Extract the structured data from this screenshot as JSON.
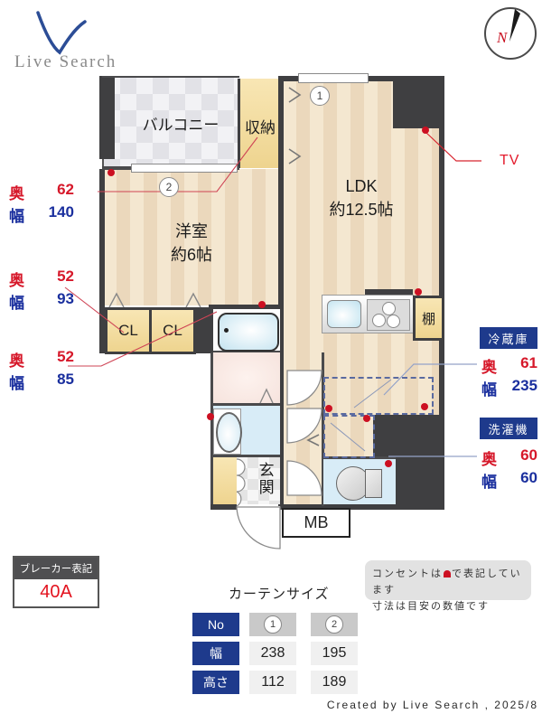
{
  "brand": {
    "logo": "Live Search",
    "credit": "Created by Live Search , 2025/8"
  },
  "compass": {
    "n": "N"
  },
  "plan": {
    "balcony": "バルコニー",
    "storage": "収納",
    "ldk_name": "LDK",
    "ldk_size": "約12.5帖",
    "western_name": "洋室",
    "western_size": "約6帖",
    "cl_left": "CL",
    "cl_right": "CL",
    "shelf": "棚",
    "entrance": "玄関",
    "meter_box": "MB",
    "window1": "1",
    "window2": "2",
    "tv": "TV"
  },
  "dims": [
    {
      "dl": "奥",
      "dv": "62",
      "wl": "幅",
      "wv": "140"
    },
    {
      "dl": "奥",
      "dv": "52",
      "wl": "幅",
      "wv": "93"
    },
    {
      "dl": "奥",
      "dv": "52",
      "wl": "幅",
      "wv": "85"
    }
  ],
  "appliances": [
    {
      "name": "冷蔵庫",
      "dl": "奥",
      "dv": "61",
      "wl": "幅",
      "wv": "235"
    },
    {
      "name": "洗濯機",
      "dl": "奥",
      "dv": "60",
      "wl": "幅",
      "wv": "60"
    }
  ],
  "breaker": {
    "title": "ブレーカー表記",
    "value": "40A"
  },
  "curtains": {
    "title": "カーテンサイズ",
    "rows": [
      "No",
      "幅",
      "高さ"
    ],
    "col1": {
      "no": "1",
      "w": "238",
      "h": "112"
    },
    "col2": {
      "no": "2",
      "w": "195",
      "h": "189"
    }
  },
  "notes": {
    "l1a": "コンセントは",
    "l1b": "で表記しています",
    "l2": "寸法は目安の数値です"
  },
  "colors": {
    "accent_red": "#d6182a",
    "accent_blue": "#1a2f9e",
    "badge_blue": "#1e3a8c",
    "wall": "#3f3f41"
  }
}
